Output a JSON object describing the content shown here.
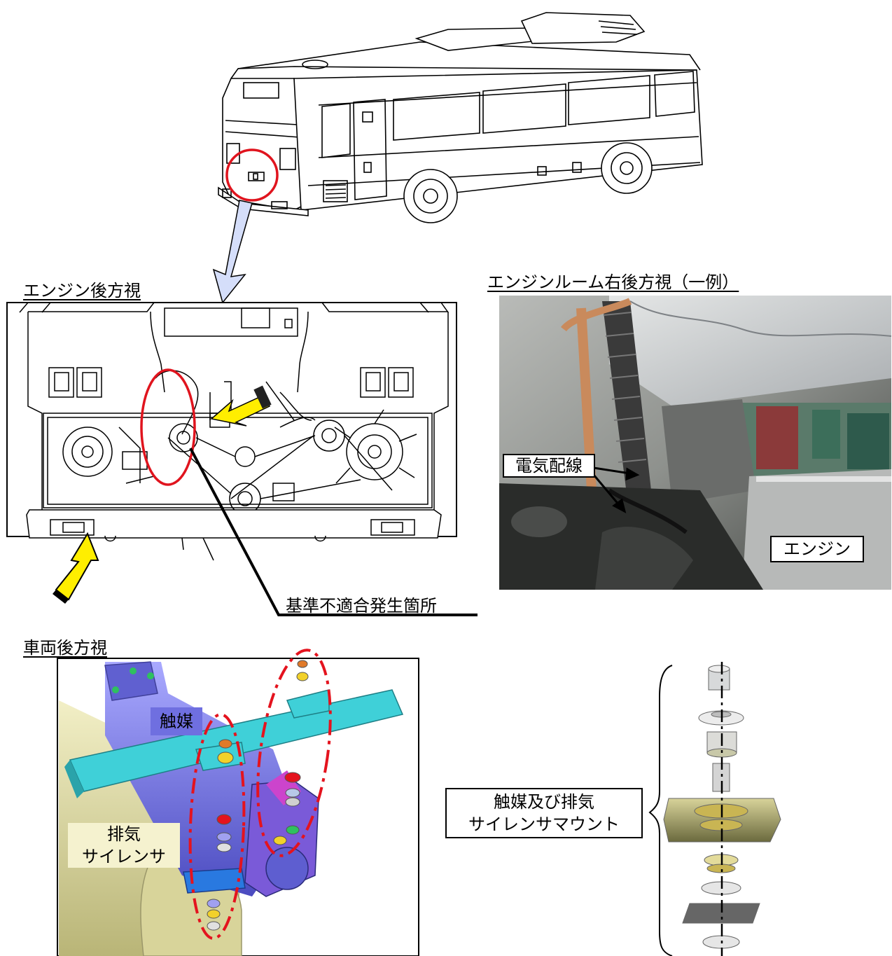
{
  "labels": {
    "engine_rear_view": "エンジン後方視",
    "engine_room_view": "エンジンルーム右後方視（一例）",
    "vehicle_rear_view": "車両後方視",
    "nonconformity_location": "基準不適合発生箇所",
    "electrical_wiring": "電気配線",
    "engine": "エンジン",
    "catalyst": "触媒",
    "silencer_line1": "排気",
    "silencer_line2": "サイレンサ",
    "mount_line1": "触媒及び排気",
    "mount_line2": "サイレンサマウント"
  },
  "colors": {
    "highlight_red": "#e0141e",
    "pointer_yellow": "#ffee00",
    "frame_cyan": "#3fd0d8",
    "catalyst_blue": "#6f6fe0",
    "silencer_beige": "#d8d49a"
  }
}
